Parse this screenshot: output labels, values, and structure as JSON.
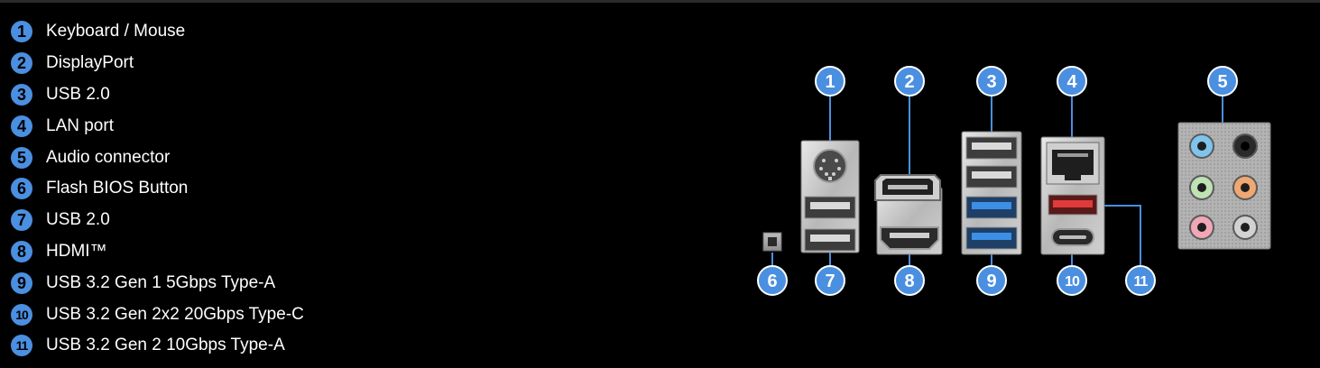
{
  "colors": {
    "background": "#000000",
    "badge": "#4a8fe0",
    "badge_text": "#000000",
    "label_text": "#ffffff",
    "callout_line": "#4a8fe0",
    "usb2": "#d9d9d9",
    "usb32_gen1": "#3d8ee6",
    "usb32_gen2": "#e03a3a"
  },
  "legend": [
    {
      "number": "1",
      "label": "Keyboard / Mouse"
    },
    {
      "number": "2",
      "label": "DisplayPort"
    },
    {
      "number": "3",
      "label": "USB 2.0"
    },
    {
      "number": "4",
      "label": "LAN port"
    },
    {
      "number": "5",
      "label": "Audio connector"
    },
    {
      "number": "6",
      "label": "Flash BIOS Button"
    },
    {
      "number": "7",
      "label": "USB 2.0"
    },
    {
      "number": "8",
      "label": "HDMI™"
    },
    {
      "number": "9",
      "label": "USB 3.2 Gen 1 5Gbps Type-A"
    },
    {
      "number": "10",
      "label": "USB 3.2 Gen 2x2 20Gbps Type-C"
    },
    {
      "number": "11",
      "label": "USB 3.2 Gen 2 10Gbps Type-A"
    }
  ],
  "callouts": [
    "1",
    "2",
    "3",
    "4",
    "5",
    "6",
    "7",
    "8",
    "9",
    "10",
    "11"
  ],
  "icons": {
    "ps2": "ps2-port-icon",
    "displayport": "displayport-icon",
    "usb": "usb-port-icon",
    "lan": "rj45-port-icon",
    "audio": "audio-jack-icon",
    "bios": "flash-bios-button-icon",
    "hdmi": "hdmi-port-icon",
    "usbc": "usb-c-port-icon"
  }
}
